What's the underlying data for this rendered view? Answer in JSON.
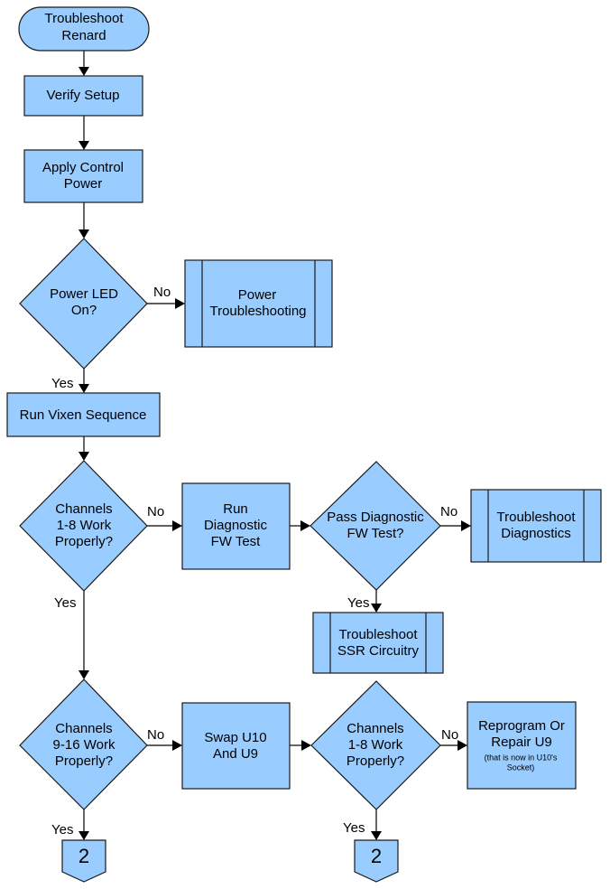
{
  "nodes": {
    "start": {
      "line1": "Troubleshoot",
      "line2": "Renard"
    },
    "verify_setup": {
      "line1": "Verify Setup"
    },
    "apply_power": {
      "line1": "Apply Control",
      "line2": "Power"
    },
    "power_led": {
      "line1": "Power LED",
      "line2": "On?"
    },
    "power_troubleshooting": {
      "line1": "Power",
      "line2": "Troubleshooting"
    },
    "run_vixen": {
      "line1": "Run Vixen Sequence"
    },
    "channels_1_8": {
      "line1": "Channels",
      "line2": "1-8 Work",
      "line3": "Properly?"
    },
    "run_diag": {
      "line1": "Run",
      "line2": "Diagnostic",
      "line3": "FW Test"
    },
    "pass_diag": {
      "line1": "Pass Diagnostic",
      "line2": "FW Test?"
    },
    "troubleshoot_diag": {
      "line1": "Troubleshoot",
      "line2": "Diagnostics"
    },
    "troubleshoot_ssr": {
      "line1": "Troubleshoot",
      "line2": "SSR Circuitry"
    },
    "channels_9_16": {
      "line1": "Channels",
      "line2": "9-16 Work",
      "line3": "Properly?"
    },
    "swap": {
      "line1": "Swap U10",
      "line2": "And U9"
    },
    "channels_1_8_b": {
      "line1": "Channels",
      "line2": "1-8 Work",
      "line3": "Properly?"
    },
    "reprogram": {
      "line1": "Reprogram Or",
      "line2": "Repair U9",
      "note1": "(that is now in U10's",
      "note2": "Socket)"
    },
    "connector_a": {
      "label": "2"
    },
    "connector_b": {
      "label": "2"
    }
  },
  "edge_labels": {
    "power_no": "No",
    "power_yes": "Yes",
    "ch18_no": "No",
    "ch18_yes": "Yes",
    "pass_no": "No",
    "pass_yes": "Yes",
    "ch916_no": "No",
    "ch916_yes": "Yes",
    "ch18b_no": "No",
    "ch18b_yes": "Yes"
  },
  "colors": {
    "fill": "#99ccff",
    "stroke": "#1a1a1a"
  }
}
